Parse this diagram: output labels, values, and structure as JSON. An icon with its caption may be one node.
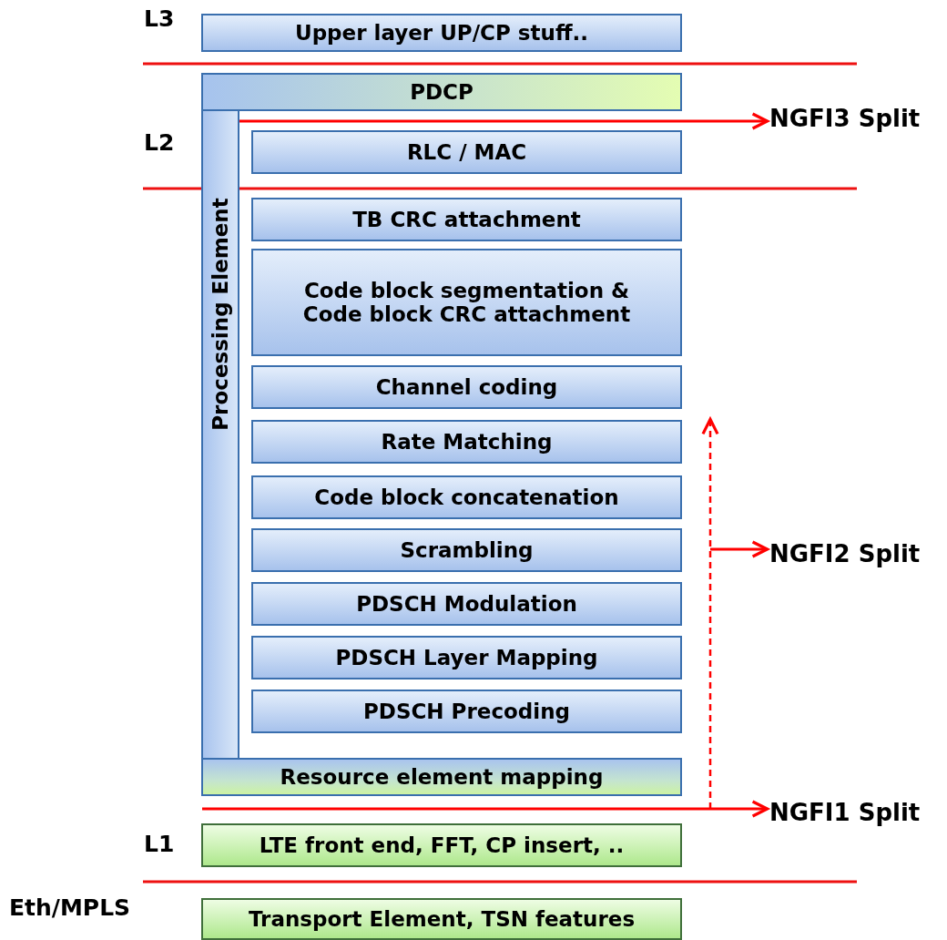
{
  "diagram": {
    "nodes": [
      {
        "text": [
          "Upper layer UP/CP stuff.."
        ]
      },
      {
        "text": [
          "PDCP"
        ]
      },
      {
        "text": [
          "Processing Element"
        ]
      },
      {
        "text": [
          "RLC / MAC"
        ]
      },
      {
        "text": [
          "TB CRC attachment"
        ]
      },
      {
        "text": [
          "Code block segmentation & Code block CRC attachment"
        ]
      },
      {
        "text": [
          "Channel coding"
        ]
      },
      {
        "text": [
          "Rate Matching"
        ]
      },
      {
        "text": [
          "Code block concatenation"
        ]
      },
      {
        "text": [
          "Scrambling"
        ]
      },
      {
        "text": [
          "PDSCH Modulation"
        ]
      },
      {
        "text": [
          "PDSCH Layer Mapping"
        ]
      },
      {
        "text": [
          "PDSCH Precoding"
        ]
      },
      {
        "text": [
          "Resource element mapping"
        ]
      },
      {
        "text": [
          "NGFI3 Split"
        ]
      },
      {
        "text": [
          "NGFI2 Split"
        ]
      },
      {
        "text": [
          "NGFI1 Split"
        ]
      },
      {
        "text": [
          "LTE front end, FFT, CP insert, .."
        ]
      },
      {
        "text": [
          "Transport Element, TSN features"
        ]
      }
    ],
    "edges": [
      {
        "from": 2,
        "to": 14,
        "arrow": "to"
      },
      {
        "from": null,
        "to": 15,
        "arrow": "to"
      },
      {
        "from": null,
        "to": 16,
        "arrow": "to"
      }
    ],
    "labels": [
      "L3",
      "L2",
      "L1",
      "Eth/MPLS"
    ]
  }
}
